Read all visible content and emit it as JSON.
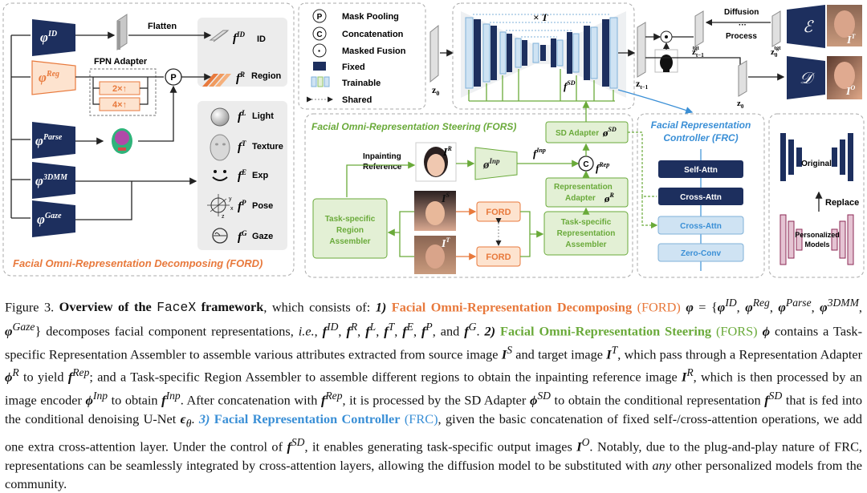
{
  "ford": {
    "title": "Facial Omni-Representation Decomposing (FORD)",
    "phi_id": "φ",
    "phi_id_sup": "ID",
    "phi_reg": "φ",
    "phi_reg_sup": "Reg",
    "phi_parse": "φ",
    "phi_parse_sup": "Parse",
    "phi_3dmm": "φ",
    "phi_3dmm_sup": "3DMM",
    "phi_gaze": "φ",
    "phi_gaze_sup": "Gaze",
    "flatten": "Flatten",
    "fpn_adapter": "FPN Adapter",
    "up2": "2×↑",
    "up4": "4×↑",
    "pool": "P",
    "outputs": [
      {
        "f": "f",
        "sup": "ID",
        "label": "ID"
      },
      {
        "f": "f",
        "sup": "R",
        "label": "Region"
      },
      {
        "f": "f",
        "sup": "L",
        "label": "Light"
      },
      {
        "f": "f",
        "sup": "T",
        "label": "Texture"
      },
      {
        "f": "f",
        "sup": "E",
        "label": "Exp"
      },
      {
        "f": "f",
        "sup": "P",
        "label": "Pose"
      },
      {
        "f": "f",
        "sup": "G",
        "label": "Gaze"
      }
    ],
    "pose_axes": {
      "x": "x",
      "y": "y",
      "z": "z"
    }
  },
  "legend": {
    "mask_pooling_sym": "P",
    "mask_pooling": "Mask Pooling",
    "concat_sym": "C",
    "concat": "Concatenation",
    "masked_fusion_sym": "·",
    "masked_fusion": "Masked Fusion",
    "fixed": "Fixed",
    "trainable": "Trainable",
    "shared": "Shared"
  },
  "unet": {
    "times": "× T",
    "z0": "z",
    "z0_sub": "0",
    "fsd": "f",
    "fsd_sup": "SD",
    "zt1": "z",
    "zt1_sub": "t−1",
    "zt1_tgt": "z",
    "zt1_tgt_sub": "t−1",
    "zt1_tgt_sup": "tgt",
    "z0_tgt": "z",
    "z0_tgt_sub": "0",
    "z0_tgt_sup": "tgt",
    "diffusion": "Diffusion",
    "dots": "···",
    "process": "Process",
    "enc": "ℰ",
    "dec": "𝒟",
    "it_label": "I",
    "it_sup": "T",
    "io_label": "I",
    "io_sup": "O",
    "z0_out": "z",
    "z0_out_sub": "0"
  },
  "fors": {
    "title": "Facial Omni-Representation Steering (FORS)",
    "inpainting_ref": "Inpainting\nReference",
    "ir": "I",
    "ir_sup": "R",
    "is": "I",
    "is_sup": "S",
    "it": "I",
    "it_sup": "T",
    "phi_inp": "ø",
    "phi_inp_sup": "Inp",
    "f_inp": "f",
    "f_inp_sup": "Inp",
    "f_rep": "f",
    "f_rep_sup": "Rep",
    "concat": "C",
    "sd_adapter": "SD Adapter",
    "sd_phi": "ø",
    "sd_phi_sup": "SD",
    "rep_adapter_1": "Representation",
    "rep_adapter_2": "Adapter",
    "rep_phi": "ø",
    "rep_phi_sup": "R",
    "ford1": "FORD",
    "ford2": "FORD",
    "task_region": [
      "Task-specific",
      "Region",
      "Assembler"
    ],
    "task_rep": [
      "Task-specific",
      "Representation",
      "Assembler"
    ]
  },
  "frc": {
    "title": [
      "Facial Representation",
      "Controller (FRC)"
    ],
    "self_attn": "Self-Attn",
    "cross_attn1": "Cross-Attn",
    "cross_attn2": "Cross-Attn",
    "zero_conv": "Zero-Conv"
  },
  "replace": {
    "original": "Original",
    "replace": "Replace",
    "personalized": [
      "Personalized",
      "Models"
    ]
  },
  "caption": {
    "fig_label": "Figure 3.",
    "bold_title": "Overview of the",
    "facex": "FaceX",
    "framework": "framework",
    "s1": ", which consists of: ",
    "n1": "1)",
    "ford_name": "Facial Omni-Representation Decomposing",
    "ford_abbr": "(FORD)",
    "s2": " φ = {φ",
    "line2": "decomposes facial component representations, i.e., f",
    "n2": "2)",
    "fors_name": "Facial Omni-Representation Steering",
    "fors_abbr": "(FORS)",
    "s3": " contains a Task-specific Representation Assembler to assemble various attributes extracted from source image ",
    "s4": " and target image ",
    "s5": ", which pass through a Representation Adapter ",
    "s6": " to yield ",
    "s7": "; and a Task-specific Region Assembler to assemble different regions to obtain the inpainting reference image ",
    "s8": ", which is then processed by an image encoder ",
    "s9": " to obtain ",
    "s10": ". After concatenation with ",
    "s11": ", it is processed by the SD Adapter ",
    "s12": " to obtain the conditional representation ",
    "s13": " that is fed into the conditional denoising U-Net ",
    "s13b": ". ",
    "n3": "3)",
    "frc_name": "Facial Representation Controller",
    "frc_abbr": "(FRC)",
    "s14": ", given the basic concatenation of fixed self-/cross-attention operations, we add one extra cross-attention layer. Under the control of ",
    "s15": ", it enables generating task-specific output images ",
    "s16": ". Notably, due to the plug-and-play nature of FRC, representations can be seamlessly integrated by cross-attention layers, allowing the diffusion model to be substituted with ",
    "any": "any",
    "s17": " other personalized models from the community."
  },
  "colors": {
    "navy": "#1d2f5e",
    "orange": "#e8793c",
    "green": "#6aaa3a",
    "blue": "#3a8fd6",
    "lightblue": "#cfe3f3",
    "lightgreen": "#e3f0d5",
    "lightorange": "#fde3cf",
    "pink": "#8c2a55"
  }
}
